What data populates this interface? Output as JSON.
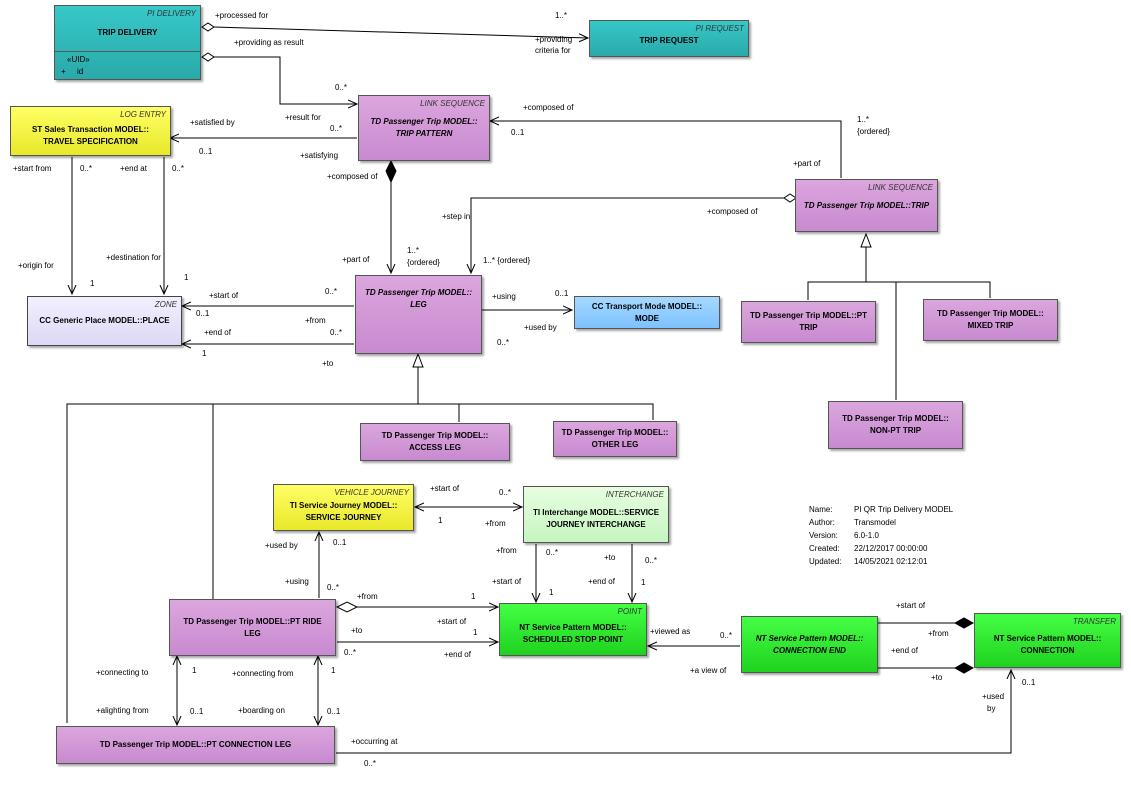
{
  "classes": {
    "trip_delivery": {
      "stereotype": "PI DELIVERY",
      "name": "TRIP DELIVERY",
      "attr_stereo": "«UID»",
      "attr_vis": "+",
      "attr_name": "id"
    },
    "trip_request": {
      "stereotype": "PI REQUEST",
      "name": "TRIP REQUEST"
    },
    "travel_spec": {
      "stereotype": "LOG ENTRY",
      "name": "ST Sales Transaction MODEL::\nTRAVEL SPECIFICATION"
    },
    "trip_pattern": {
      "stereotype": "LINK SEQUENCE",
      "name": "TD Passenger Trip MODEL::\nTRIP PATTERN"
    },
    "trip": {
      "stereotype": "LINK SEQUENCE",
      "name": "TD Passenger Trip MODEL::TRIP"
    },
    "place": {
      "stereotype": "ZONE",
      "name": "CC Generic Place MODEL::PLACE"
    },
    "leg": {
      "stereotype": "",
      "name": "TD Passenger Trip MODEL::\nLEG"
    },
    "mode": {
      "stereotype": "",
      "name": "CC Transport Mode MODEL::\nMODE"
    },
    "pt_trip": {
      "stereotype": "",
      "name": "TD Passenger Trip MODEL::PT\nTRIP"
    },
    "mixed_trip": {
      "stereotype": "",
      "name": "TD Passenger Trip MODEL::\nMIXED TRIP"
    },
    "non_pt_trip": {
      "stereotype": "",
      "name": "TD Passenger Trip MODEL::\nNON-PT TRIP"
    },
    "access_leg": {
      "stereotype": "",
      "name": "TD Passenger Trip MODEL::\nACCESS LEG"
    },
    "other_leg": {
      "stereotype": "",
      "name": "TD Passenger Trip MODEL::\nOTHER LEG"
    },
    "service_journey": {
      "stereotype": "VEHICLE JOURNEY",
      "name": "TI Service Journey MODEL::\nSERVICE JOURNEY"
    },
    "sj_interchange": {
      "stereotype": "INTERCHANGE",
      "name": "TI Interchange MODEL::SERVICE\nJOURNEY INTERCHANGE"
    },
    "pt_ride_leg": {
      "stereotype": "",
      "name": "TD Passenger Trip MODEL::PT RIDE\nLEG"
    },
    "stop_point": {
      "stereotype": "POINT",
      "name": "NT Service Pattern MODEL::\nSCHEDULED STOP POINT"
    },
    "connection_end": {
      "stereotype": "",
      "name": "NT Service Pattern MODEL::\nCONNECTION END"
    },
    "connection": {
      "stereotype": "TRANSFER",
      "name": "NT Service Pattern MODEL::\nCONNECTION"
    },
    "pt_connection_leg": {
      "stereotype": "",
      "name": "TD Passenger Trip MODEL::PT CONNECTION  LEG"
    }
  },
  "labels": [
    {
      "id": "l1",
      "text": "+processed for"
    },
    {
      "id": "l2",
      "text": "1..*"
    },
    {
      "id": "l3",
      "text": "+providing as result"
    },
    {
      "id": "l4",
      "text": "+providing"
    },
    {
      "id": "l5",
      "text": "criteria for"
    },
    {
      "id": "l6",
      "text": "0..*"
    },
    {
      "id": "l7",
      "text": "+result for"
    },
    {
      "id": "l8",
      "text": "0..*"
    },
    {
      "id": "l9",
      "text": "+satisfied by"
    },
    {
      "id": "l10",
      "text": "0..1"
    },
    {
      "id": "l11",
      "text": "+satisfying"
    },
    {
      "id": "l12",
      "text": "+composed of"
    },
    {
      "id": "l13",
      "text": "0..1"
    },
    {
      "id": "l14",
      "text": "1..*"
    },
    {
      "id": "l15",
      "text": "{ordered}"
    },
    {
      "id": "l16",
      "text": "+part of"
    },
    {
      "id": "l17",
      "text": "+start from"
    },
    {
      "id": "l18",
      "text": "0..*"
    },
    {
      "id": "l19",
      "text": "+end at"
    },
    {
      "id": "l20",
      "text": "0..*"
    },
    {
      "id": "l21",
      "text": "+composed of"
    },
    {
      "id": "l22",
      "text": "+step in"
    },
    {
      "id": "l23",
      "text": "+composed of"
    },
    {
      "id": "l24",
      "text": "+origin for"
    },
    {
      "id": "l25",
      "text": "+destination for"
    },
    {
      "id": "l26",
      "text": "1"
    },
    {
      "id": "l27",
      "text": "1"
    },
    {
      "id": "l28",
      "text": "+part of"
    },
    {
      "id": "l29",
      "text": "1..*"
    },
    {
      "id": "l30",
      "text": "{ordered}"
    },
    {
      "id": "l31",
      "text": "1..* {ordered}"
    },
    {
      "id": "l32",
      "text": "+start of"
    },
    {
      "id": "l33",
      "text": "0..*"
    },
    {
      "id": "l34",
      "text": "0..1"
    },
    {
      "id": "l35",
      "text": "+from"
    },
    {
      "id": "l36",
      "text": "+end of"
    },
    {
      "id": "l37",
      "text": "0..*"
    },
    {
      "id": "l38",
      "text": "1"
    },
    {
      "id": "l39",
      "text": "+to"
    },
    {
      "id": "l40",
      "text": "+using"
    },
    {
      "id": "l41",
      "text": "0..1"
    },
    {
      "id": "l42",
      "text": "+used by"
    },
    {
      "id": "l43",
      "text": "0..*"
    },
    {
      "id": "l44",
      "text": "+start of"
    },
    {
      "id": "l45",
      "text": "0..*"
    },
    {
      "id": "l46",
      "text": "1"
    },
    {
      "id": "l47",
      "text": "+from"
    },
    {
      "id": "l48",
      "text": "+used by"
    },
    {
      "id": "l49",
      "text": "0..1"
    },
    {
      "id": "l50",
      "text": "+using"
    },
    {
      "id": "l51",
      "text": "0..*"
    },
    {
      "id": "l52",
      "text": "+from"
    },
    {
      "id": "l53",
      "text": "0..*"
    },
    {
      "id": "l54",
      "text": "+to"
    },
    {
      "id": "l55",
      "text": "0..*"
    },
    {
      "id": "l56",
      "text": "+start of"
    },
    {
      "id": "l57",
      "text": "1"
    },
    {
      "id": "l58",
      "text": "+end of"
    },
    {
      "id": "l59",
      "text": "1"
    },
    {
      "id": "l60",
      "text": "+from"
    },
    {
      "id": "l61",
      "text": "1"
    },
    {
      "id": "l62",
      "text": "+start of"
    },
    {
      "id": "l63",
      "text": "+to"
    },
    {
      "id": "l64",
      "text": "1"
    },
    {
      "id": "l65",
      "text": "0..*"
    },
    {
      "id": "l66",
      "text": "+end of"
    },
    {
      "id": "l67",
      "text": "+viewed as"
    },
    {
      "id": "l68",
      "text": "0..*"
    },
    {
      "id": "l69",
      "text": "+a view of"
    },
    {
      "id": "l70",
      "text": "+start of"
    },
    {
      "id": "l71",
      "text": "+from"
    },
    {
      "id": "l72",
      "text": "+end of"
    },
    {
      "id": "l73",
      "text": "+to"
    },
    {
      "id": "l74",
      "text": "+used"
    },
    {
      "id": "l75",
      "text": "by"
    },
    {
      "id": "l76",
      "text": "0..1"
    },
    {
      "id": "l77",
      "text": "+connecting to"
    },
    {
      "id": "l78",
      "text": "1"
    },
    {
      "id": "l79",
      "text": "+connecting from"
    },
    {
      "id": "l80",
      "text": "1"
    },
    {
      "id": "l81",
      "text": "+alighting from"
    },
    {
      "id": "l82",
      "text": "0..1"
    },
    {
      "id": "l83",
      "text": "+boarding on"
    },
    {
      "id": "l84",
      "text": "0..1"
    },
    {
      "id": "l85",
      "text": "+occurring at"
    },
    {
      "id": "l86",
      "text": "0..*"
    }
  ],
  "info": [
    {
      "key": "Name:",
      "value": "PI QR Trip Delivery MODEL"
    },
    {
      "key": "Author:",
      "value": "Transmodel"
    },
    {
      "key": "Version:",
      "value": "6.0-1.0"
    },
    {
      "key": "Created:",
      "value": "22/12/2017 00:00:00"
    },
    {
      "key": "Updated:",
      "value": "14/05/2021 02:12:01"
    }
  ]
}
